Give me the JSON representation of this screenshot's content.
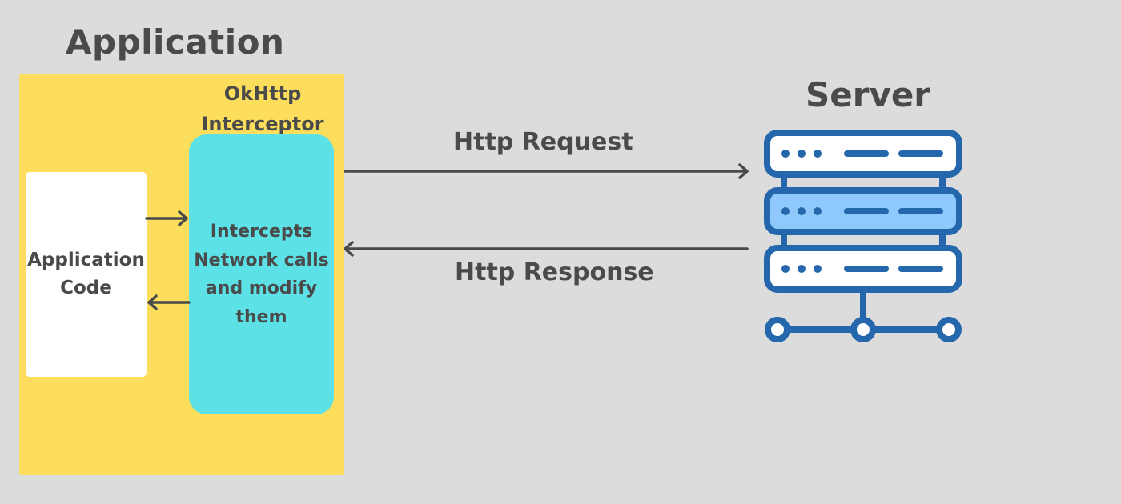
{
  "application": {
    "title": "Application",
    "code_label": "Application Code",
    "interceptor_label": "OkHttp Interceptor",
    "interceptor_description": "Intercepts Network calls and modify them"
  },
  "server": {
    "title": "Server",
    "icon": "server-rack-icon"
  },
  "arrows": {
    "request_label": "Http Request",
    "response_label": "Http Response"
  },
  "colors": {
    "background": "#dcdcdc",
    "application_box": "#fddd5c",
    "interceptor_box": "#5ce1e6",
    "code_box": "#ffffff",
    "server_stroke": "#2467ac",
    "server_highlight": "#8fc9fb",
    "arrow": "#4a4a4a",
    "text": "#4a4a4a"
  }
}
